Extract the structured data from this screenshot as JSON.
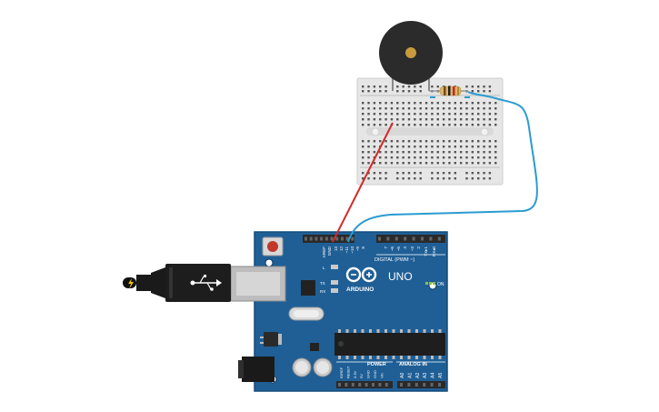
{
  "board": {
    "brand": "ARDUINO",
    "model": "UNO",
    "digital_header": "DIGITAL (PWM ~)",
    "power_header": "POWER",
    "analog_header": "ANALOG IN",
    "on_label": "ON",
    "led_l": "L",
    "led_tx": "TX",
    "led_rx": "RX",
    "top_pins": [
      "AREF",
      "GND",
      "13",
      "12",
      "~11",
      "~10",
      "~9",
      "8",
      "7",
      "~6",
      "~5",
      "4",
      "~3",
      "2",
      "TX▸1",
      "RX◂0"
    ],
    "power_pins": [
      "IOREF",
      "RESET",
      "3.3V",
      "5V",
      "GND",
      "GND",
      "Vin"
    ],
    "analog_pins": [
      "A0",
      "A1",
      "A2",
      "A3",
      "A4",
      "A5"
    ]
  },
  "colors": {
    "board": "#1f5f96",
    "breadboard": "#e6e6e6",
    "wire_red": "#d32a2a",
    "wire_blue": "#2b9bd1",
    "buzzer": "#2b2b2b",
    "buzzer_center": "#c79a3c"
  },
  "icons": {
    "usb": "usb-icon",
    "logo": "arduino-infinity-logo"
  }
}
